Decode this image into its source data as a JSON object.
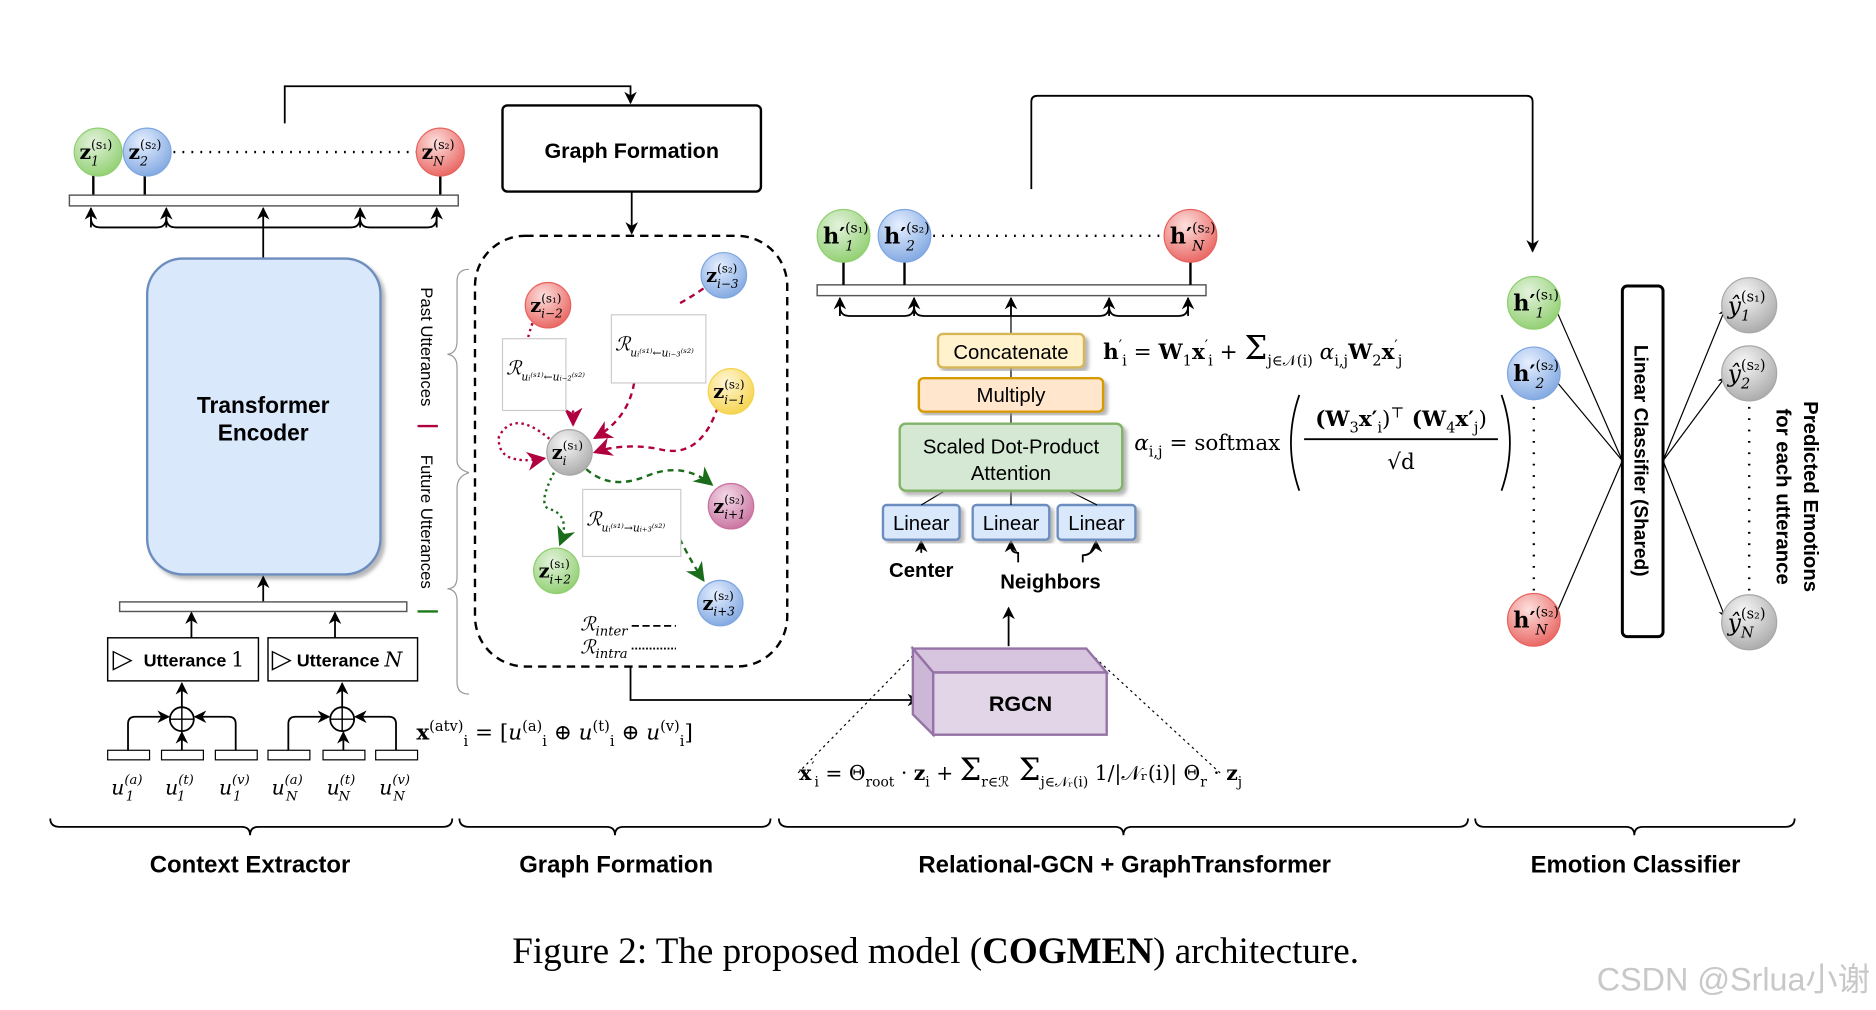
{
  "graph_formation_box": "Graph Formation",
  "encoder": {
    "line1": "Transformer",
    "line2": "Encoder"
  },
  "utterances": [
    {
      "arrow": "▷",
      "label": "Utterance ",
      "index": "1"
    },
    {
      "arrow": "▷",
      "label": "Utterance ",
      "index": "N"
    }
  ],
  "plus_symbol": "⊕",
  "modality_inputs": [
    {
      "base": "u",
      "sup": "(a)",
      "sub": "1"
    },
    {
      "base": "u",
      "sup": "(t)",
      "sub": "1"
    },
    {
      "base": "u",
      "sup": "(v)",
      "sub": "1"
    },
    {
      "base": "u",
      "sup": "(a)",
      "sub": "N"
    },
    {
      "base": "u",
      "sup": "(t)",
      "sub": "N"
    },
    {
      "base": "u",
      "sup": "(v)",
      "sub": "N"
    }
  ],
  "side_labels": {
    "past": "Past Utterances",
    "future": "Future Utterances"
  },
  "colors": {
    "green": [
      "#e3f2dc",
      "#8fcf6f"
    ],
    "blue": [
      "#e6efff",
      "#7ea6e0"
    ],
    "red": [
      "#fde0de",
      "#e8625e"
    ],
    "yellow": [
      "#fff6d6",
      "#f5d34a"
    ],
    "pink": [
      "#f4dbe9",
      "#c8709e"
    ],
    "gray": [
      "#f7f7f7",
      "#a8a8a8"
    ],
    "encoder_fill": "#dae8fc",
    "encoder_stroke": "#6c8ebf",
    "past_mark": "#b00040",
    "future_mark": "#1a7a1a"
  },
  "z_nodes": [
    {
      "base": "z",
      "sup": "(s₁)",
      "sub": "1",
      "color": "green"
    },
    {
      "base": "z",
      "sup": "(s₂)",
      "sub": "2",
      "color": "blue"
    },
    {
      "base": "z",
      "sup": "(s₂)",
      "sub": "N",
      "color": "red"
    }
  ],
  "graph_nodes": [
    {
      "base": "z",
      "sup": "(s₁)",
      "sub": "i−2",
      "color": "red"
    },
    {
      "base": "z",
      "sup": "(s₂)",
      "sub": "i−3",
      "color": "blue"
    },
    {
      "base": "z",
      "sup": "(s₂)",
      "sub": "i−1",
      "color": "yellow"
    },
    {
      "base": "z",
      "sup": "(s₁)",
      "sub": "i",
      "color": "gray"
    },
    {
      "base": "z",
      "sup": "(s₂)",
      "sub": "i+1",
      "color": "pink"
    },
    {
      "base": "z",
      "sup": "(s₁)",
      "sub": "i+2",
      "color": "green"
    },
    {
      "base": "z",
      "sup": "(s₂)",
      "sub": "i+3",
      "color": "blue"
    }
  ],
  "relations": [
    {
      "base": "ℛ",
      "sub": "uᵢ⁽ˢ¹⁾←uᵢ₋₂⁽ˢ²⁾"
    },
    {
      "base": "ℛ",
      "sub": "uᵢ⁽ˢ¹⁾←uᵢ₋₃⁽ˢ²⁾"
    },
    {
      "base": "ℛ",
      "sub": "uᵢ⁽ˢ¹⁾→uᵢ₊₃⁽ˢ²⁾"
    }
  ],
  "legend": [
    {
      "base": "ℛ",
      "sub": "inter",
      "style": "dashed"
    },
    {
      "base": "ℛ",
      "sub": "intra",
      "style": "dotted"
    }
  ],
  "rgcn": "RGCN",
  "h_nodes": [
    {
      "base": "h′",
      "sup": "(s₁)",
      "sub": "1",
      "color": "green"
    },
    {
      "base": "h′",
      "sup": "(s₂)",
      "sub": "2",
      "color": "blue"
    },
    {
      "base": "h′",
      "sup": "(s₂)",
      "sub": "N",
      "color": "red"
    }
  ],
  "transformer_blocks": {
    "concatenate": "Concatenate",
    "multiply": "Multiply",
    "attention_line1": "Scaled Dot-Product",
    "attention_line2": "Attention",
    "linear": [
      "Linear",
      "Linear",
      "Linear"
    ],
    "center": "Center",
    "neighbors": "Neighbors"
  },
  "formulas": {
    "atv": [
      {
        "t": "x",
        "b": 1
      },
      {
        "t": "(atv)",
        "v": "sup"
      },
      {
        "t": "i",
        "v": "sub"
      },
      {
        "t": " = ["
      },
      {
        "t": "u",
        "i": 1
      },
      {
        "t": "(a)",
        "v": "sup"
      },
      {
        "t": "i",
        "v": "sub"
      },
      {
        "t": " ⊕ "
      },
      {
        "t": "u",
        "i": 1
      },
      {
        "t": "(t)",
        "v": "sup"
      },
      {
        "t": "i",
        "v": "sub"
      },
      {
        "t": " ⊕ "
      },
      {
        "t": "u",
        "i": 1
      },
      {
        "t": "(v)",
        "v": "sup"
      },
      {
        "t": "i",
        "v": "sub"
      },
      {
        "t": "]"
      }
    ],
    "h": [
      {
        "t": "h",
        "b": 1
      },
      {
        "t": "′",
        "v": "sup"
      },
      {
        "t": "i",
        "v": "sub"
      },
      {
        "t": " = "
      },
      {
        "t": "W",
        "b": 1
      },
      {
        "t": "1",
        "v": "sub"
      },
      {
        "t": "x",
        "b": 1
      },
      {
        "t": "′",
        "v": "sup"
      },
      {
        "t": "i",
        "v": "sub"
      },
      {
        "t": " + "
      },
      {
        "t": "Σ",
        "big": 1
      },
      {
        "t": "j∈𝒩(i)",
        "v": "sub"
      },
      {
        "t": " α",
        "i": 1
      },
      {
        "t": "i,j",
        "v": "sub"
      },
      {
        "t": "W",
        "b": 1
      },
      {
        "t": "2",
        "v": "sub"
      },
      {
        "t": "x",
        "b": 1
      },
      {
        "t": "′",
        "v": "sup"
      },
      {
        "t": "j",
        "v": "sub"
      }
    ],
    "alpha_lhs": [
      {
        "t": "α",
        "i": 1
      },
      {
        "t": "i,j",
        "v": "sub"
      },
      {
        "t": " = softmax"
      }
    ],
    "alpha_num": [
      {
        "t": "(W",
        "b": 1
      },
      {
        "t": "3",
        "v": "sub"
      },
      {
        "t": "x′",
        "b": 1
      },
      {
        "t": "i",
        "v": "sub"
      },
      {
        "t": ")"
      },
      {
        "t": "⊤",
        "v": "sup"
      },
      {
        "t": " (W",
        "b": 1
      },
      {
        "t": "4",
        "v": "sub"
      },
      {
        "t": "x′",
        "b": 1
      },
      {
        "t": "j",
        "v": "sub"
      },
      {
        "t": ")"
      }
    ],
    "alpha_den": [
      {
        "t": "√d"
      }
    ],
    "rgcn": [
      {
        "t": "x",
        "b": 1
      },
      {
        "t": "′",
        "v": "sup"
      },
      {
        "t": "i",
        "v": "sub"
      },
      {
        "t": " = Θ"
      },
      {
        "t": "root",
        "v": "sub"
      },
      {
        "t": " · "
      },
      {
        "t": "z",
        "b": 1
      },
      {
        "t": "i",
        "v": "sub"
      },
      {
        "t": " + "
      },
      {
        "t": "Σ",
        "big": 1
      },
      {
        "t": "r∈ℛ",
        "v": "sub"
      },
      {
        "t": " Σ",
        "big": 1
      },
      {
        "t": "j∈𝒩ᵣ(i)",
        "v": "sub"
      },
      {
        "t": "  1/|𝒩ᵣ(i)| "
      },
      {
        "t": "Θ"
      },
      {
        "t": "r",
        "v": "sub"
      },
      {
        "t": " · "
      },
      {
        "t": "z",
        "b": 1
      },
      {
        "t": "j",
        "v": "sub"
      }
    ]
  },
  "h_final_nodes": [
    {
      "base": "h′",
      "sup": "(s₁)",
      "sub": "1",
      "color": "green"
    },
    {
      "base": "h′",
      "sup": "(s₂)",
      "sub": "2",
      "color": "blue"
    },
    {
      "base": "h′",
      "sup": "(s₂)",
      "sub": "N",
      "color": "red"
    }
  ],
  "classifier": "Linear Classifier (Shared)",
  "y_nodes": [
    {
      "base": "ŷ",
      "sup": "(s₁)",
      "sub": "1",
      "color": "gray"
    },
    {
      "base": "ŷ",
      "sup": "(s₂)",
      "sub": "2",
      "color": "gray"
    },
    {
      "base": "ŷ",
      "sup": "(s₂)",
      "sub": "N",
      "color": "gray"
    }
  ],
  "predicted": {
    "line1": "Predicted Emotions",
    "line2": "for each utterance"
  },
  "sections": [
    "Context Extractor",
    "Graph Formation",
    "Relational-GCN + GraphTransformer",
    "Emotion Classifier"
  ],
  "caption": {
    "prefix": "Figure 2: The proposed model (",
    "name": "COGMEN",
    "suffix": ") architecture."
  },
  "watermark": "CSDN @Srlua小谢"
}
